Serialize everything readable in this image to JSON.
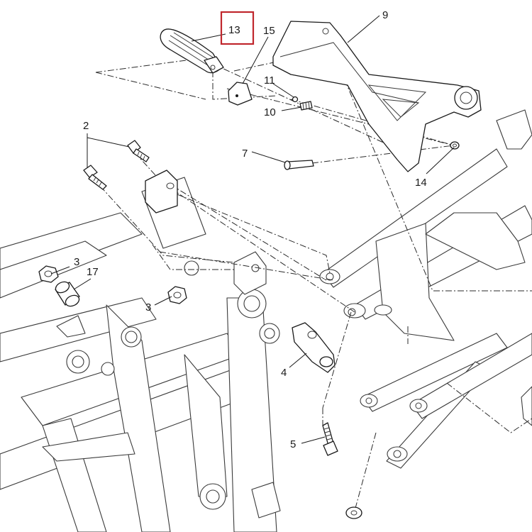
{
  "diagram": {
    "callouts": [
      {
        "id": "13",
        "text": "13",
        "highlighted": true
      },
      {
        "id": "15",
        "text": "15"
      },
      {
        "id": "9",
        "text": "9"
      },
      {
        "id": "11",
        "text": "11"
      },
      {
        "id": "10",
        "text": "10"
      },
      {
        "id": "2",
        "text": "2"
      },
      {
        "id": "7",
        "text": "7"
      },
      {
        "id": "14",
        "text": "14"
      },
      {
        "id": "3a",
        "text": "3"
      },
      {
        "id": "17",
        "text": "17"
      },
      {
        "id": "3b",
        "text": "3"
      },
      {
        "id": "4",
        "text": "4"
      },
      {
        "id": "5",
        "text": "5"
      }
    ],
    "highlight_color": "#c0272d",
    "line_color": "#1a1a1a"
  }
}
